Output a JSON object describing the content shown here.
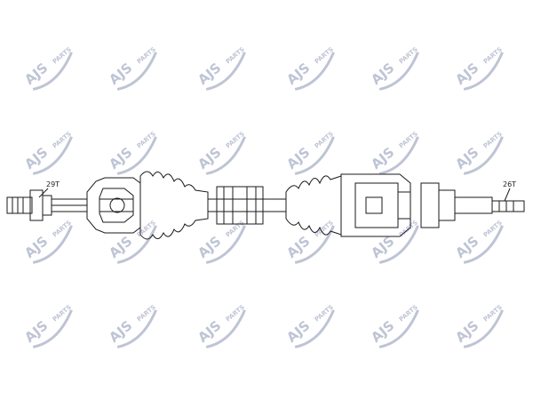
{
  "watermark": {
    "brand": "AJS",
    "suffix": "PARTS",
    "color": "#1b2f6b"
  },
  "drawing": {
    "left_label": "29T",
    "right_label": "26T",
    "line_color": "#1a1a1a"
  }
}
